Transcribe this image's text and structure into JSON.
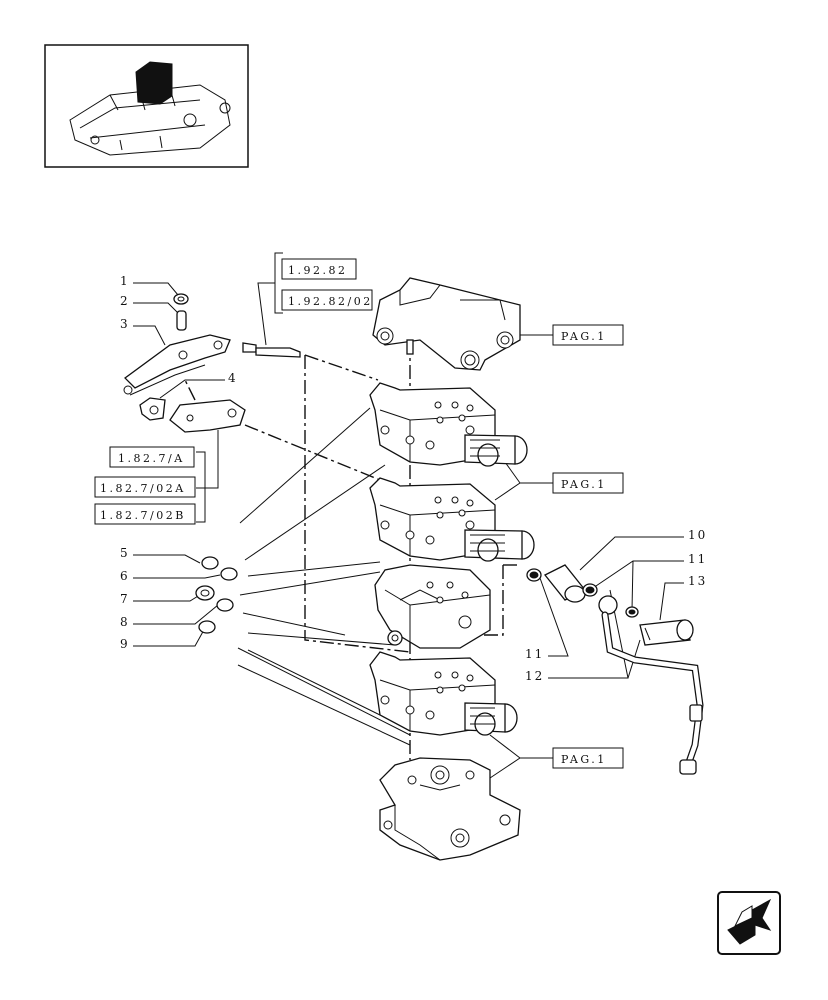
{
  "part_numbers": [
    "1",
    "2",
    "3",
    "4",
    "5",
    "6",
    "7",
    "8",
    "9",
    "10",
    "11",
    "11",
    "12",
    "13"
  ],
  "references": {
    "r1": "1.92.82",
    "r2": "1.92.82/02",
    "r3": "1.82.7/A",
    "r4": "1.82.7/02A",
    "r5": "1.82.7/02B",
    "pag_top": "PAG.1",
    "pag_mid": "PAG.1",
    "pag_bot": "PAG.1"
  },
  "icons": {
    "thumbnail": "tractor-housing-thumbnail-icon",
    "next": "next-page-arrow-icon"
  }
}
